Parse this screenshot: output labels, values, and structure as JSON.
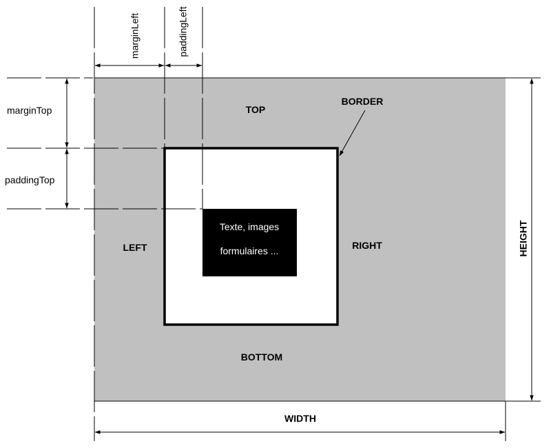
{
  "labels": {
    "margin_left": "marginLeft",
    "padding_left": "paddingLeft",
    "margin_top": "marginTop",
    "padding_top": "paddingTop",
    "top": "TOP",
    "border": "BORDER",
    "left": "LEFT",
    "right": "RIGHT",
    "bottom": "BOTTOM",
    "width": "WIDTH",
    "height": "HEIGHT",
    "content_line1": "Texte, images",
    "content_line2": "formulaires ..."
  },
  "colors": {
    "margin_fill": "#c0c0c0",
    "padding_fill": "#ffffff",
    "content_fill": "#000000",
    "line": "#000000"
  }
}
